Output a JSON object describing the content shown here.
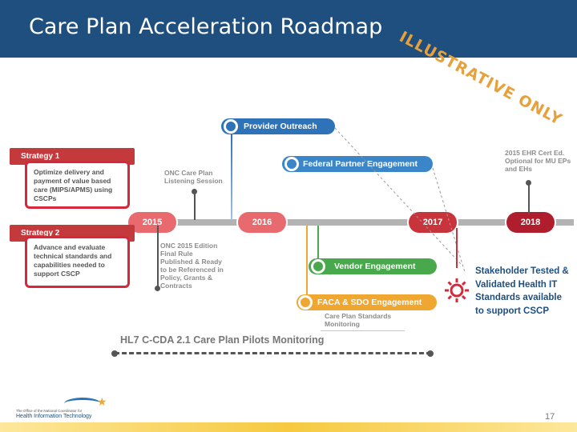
{
  "slide": {
    "title": "Care Plan Acceleration Roadmap",
    "watermark": "ILLUSTRATIVE ONLY",
    "page_number": "17"
  },
  "strategies": [
    {
      "header": "Strategy 1",
      "text": "Optimize delivery and payment of value based care (MIPS/APMS) using CSCPs"
    },
    {
      "header": "Strategy 2",
      "text": "Advance and evaluate technical standards and capabilities needed to support CSCP"
    }
  ],
  "timeline": {
    "years": [
      "2015",
      "2016",
      "2017",
      "2018"
    ]
  },
  "milestones": {
    "listening_session": "ONC Care Plan Listening Session",
    "final_rule": "ONC 2015 Edition Final Rule Published & Ready to be Referenced in Policy, Grants & Contracts",
    "cert": "2015 EHR Cert Ed. Optional for MU EPs and EHs",
    "standards_monitoring": "Care Plan Standards Monitoring",
    "pilots": "HL7 C-CDA 2.1 Care Plan Pilots Monitoring"
  },
  "workstreams": {
    "provider_outreach": "Provider Outreach",
    "federal_partner": "Federal Partner Engagement",
    "vendor": "Vendor Engagement",
    "faca": "FACA & SDO Engagement"
  },
  "outcome": "Stakeholder Tested & Validated Health IT Standards available to support CSCP",
  "logo": {
    "line1": "The Office of the National Coordinator for",
    "line2": "Health Information Technology"
  },
  "colors": {
    "header": "#1f4f7f",
    "strategy_red": "#d6283a",
    "year_red": "#c8343b",
    "provider_blue": "#2e73b8",
    "federal_blue": "#3a86c8",
    "vendor_green": "#48a84c",
    "faca_orange": "#f0a732",
    "timeline_gray": "#b3b3b3"
  }
}
